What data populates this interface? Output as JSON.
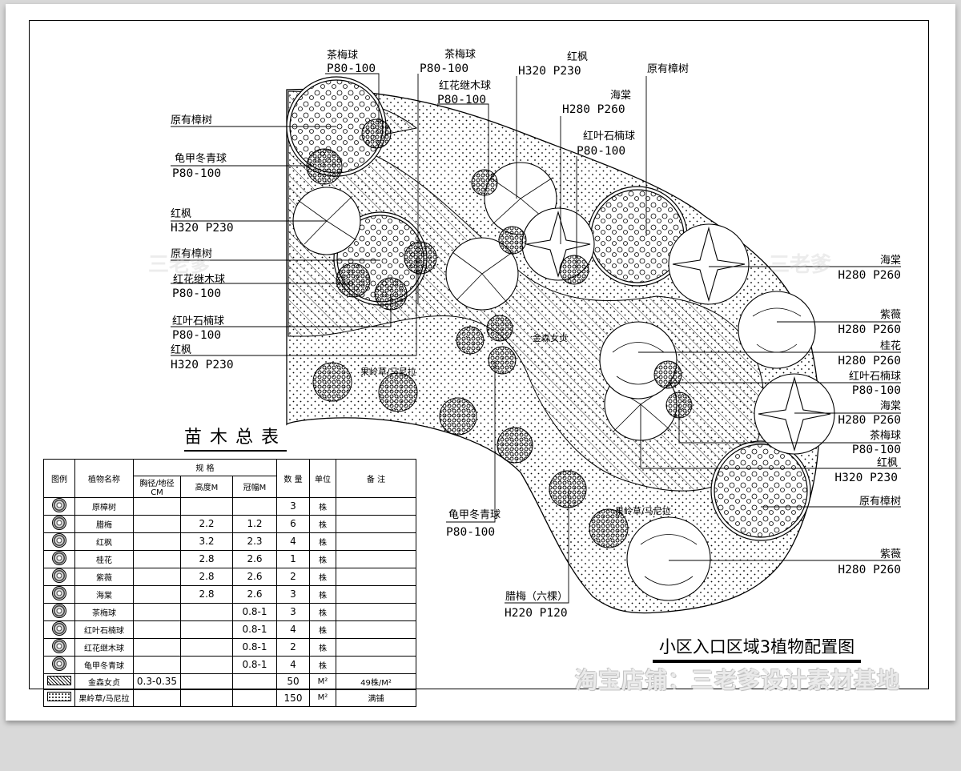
{
  "drawing_title": "小区入口区域3植物配置图",
  "watermark": "淘宝店铺：三老爹设计素材基地",
  "watermark_soft": "三老爹",
  "callouts_left": [
    {
      "name": "茶梅球",
      "spec": "P80-100"
    },
    {
      "name": "原有樟树",
      "spec": ""
    },
    {
      "name": "龟甲冬青球",
      "spec": "P80-100"
    },
    {
      "name": "红枫",
      "spec": "H320 P230"
    },
    {
      "name": "原有樟树",
      "spec": ""
    },
    {
      "name": "红花继木球",
      "spec": "P80-100"
    },
    {
      "name": "红叶石楠球",
      "spec": "P80-100"
    },
    {
      "name": "红枫",
      "spec": "H320 P230"
    }
  ],
  "callouts_top": [
    {
      "name": "茶梅球",
      "spec": "P80-100"
    },
    {
      "name": "红花继木球",
      "spec": "P80-100"
    },
    {
      "name": "红枫",
      "spec": "H320 P230"
    },
    {
      "name": "海棠",
      "spec": "H280 P260"
    },
    {
      "name": "红叶石楠球",
      "spec": "P80-100"
    },
    {
      "name": "原有樟树",
      "spec": ""
    }
  ],
  "callouts_right": [
    {
      "name": "海棠",
      "spec": "H280 P260"
    },
    {
      "name": "紫薇",
      "spec": "H280 P260"
    },
    {
      "name": "桂花",
      "spec": "H280 P260"
    },
    {
      "name": "红叶石楠球",
      "spec": "P80-100"
    },
    {
      "name": "海棠",
      "spec": "H280 P260"
    },
    {
      "name": "茶梅球",
      "spec": "P80-100"
    },
    {
      "name": "红枫",
      "spec": "H320 P230"
    },
    {
      "name": "原有樟树",
      "spec": ""
    },
    {
      "name": "紫薇",
      "spec": "H280 P260"
    }
  ],
  "callouts_bottom": [
    {
      "name": "龟甲冬青球",
      "spec": "P80-100"
    },
    {
      "name": "腊梅（六棵）",
      "spec": "H220 P120"
    }
  ],
  "inline_labels": {
    "ground_left": "果岭草/马尼拉",
    "ground_bottom": "果岭草/马尼拉",
    "hedge": "金森女贞"
  },
  "table": {
    "title": "苗木总表",
    "headers": {
      "symbol": "图例",
      "name": "植物名称",
      "spec": "规 格",
      "diameter": "胸径/地径CM",
      "height": "高度M",
      "crown": "冠幅M",
      "qty": "数 量",
      "unit": "单位",
      "note": "备 注"
    },
    "rows": [
      {
        "name": "原樟树",
        "diameter": "",
        "height": "",
        "crown": "",
        "qty": "3",
        "unit": "株",
        "note": ""
      },
      {
        "name": "腊梅",
        "diameter": "",
        "height": "2.2",
        "crown": "1.2",
        "qty": "6",
        "unit": "株",
        "note": ""
      },
      {
        "name": "红枫",
        "diameter": "",
        "height": "3.2",
        "crown": "2.3",
        "qty": "4",
        "unit": "株",
        "note": ""
      },
      {
        "name": "桂花",
        "diameter": "",
        "height": "2.8",
        "crown": "2.6",
        "qty": "1",
        "unit": "株",
        "note": ""
      },
      {
        "name": "紫薇",
        "diameter": "",
        "height": "2.8",
        "crown": "2.6",
        "qty": "2",
        "unit": "株",
        "note": ""
      },
      {
        "name": "海棠",
        "diameter": "",
        "height": "2.8",
        "crown": "2.6",
        "qty": "3",
        "unit": "株",
        "note": ""
      },
      {
        "name": "茶梅球",
        "diameter": "",
        "height": "",
        "crown": "0.8-1",
        "qty": "3",
        "unit": "株",
        "note": ""
      },
      {
        "name": "红叶石楠球",
        "diameter": "",
        "height": "",
        "crown": "0.8-1",
        "qty": "4",
        "unit": "株",
        "note": ""
      },
      {
        "name": "红花继木球",
        "diameter": "",
        "height": "",
        "crown": "0.8-1",
        "qty": "2",
        "unit": "株",
        "note": ""
      },
      {
        "name": "龟甲冬青球",
        "diameter": "",
        "height": "",
        "crown": "0.8-1",
        "qty": "4",
        "unit": "株",
        "note": ""
      },
      {
        "name": "金森女贞",
        "diameter": "0.3-0.35",
        "height": "",
        "crown": "",
        "qty": "50",
        "unit": "M²",
        "note": "49株/M²"
      },
      {
        "name": "果岭草/马尼拉",
        "diameter": "",
        "height": "",
        "crown": "",
        "qty": "150",
        "unit": "M²",
        "note": "满铺"
      }
    ]
  }
}
